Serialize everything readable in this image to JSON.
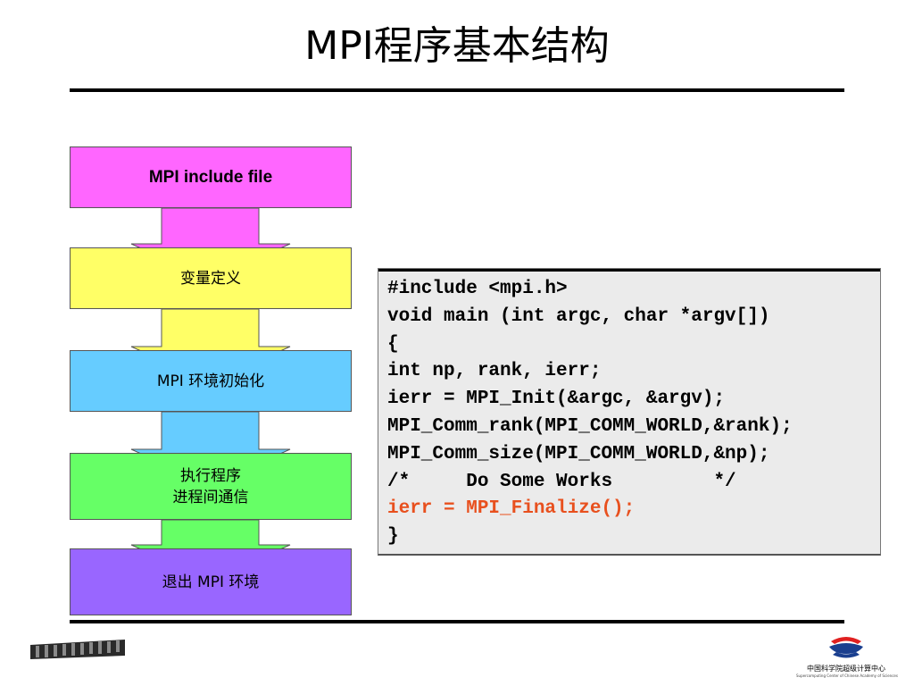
{
  "slide": {
    "title": "MPI程序基本结构"
  },
  "flow": {
    "steps": [
      {
        "lines": [
          "MPI include file"
        ],
        "color": "#ff66ff",
        "bold": true
      },
      {
        "lines": [
          "变量定义"
        ],
        "color": "#ffff66",
        "bold": false
      },
      {
        "lines": [
          "MPI 环境初始化"
        ],
        "color": "#66ccff",
        "bold": false
      },
      {
        "lines": [
          "执行程序",
          "进程间通信"
        ],
        "color": "#66ff66",
        "bold": false
      },
      {
        "lines": [
          "退出 MPI 环境"
        ],
        "color": "#9966ff",
        "bold": false
      }
    ]
  },
  "code": {
    "lines": [
      "#include <mpi.h>",
      "void main (int argc, char *argv[])",
      "{",
      "int np, rank, ierr;",
      "ierr = MPI_Init(&argc, &argv);",
      "MPI_Comm_rank(MPI_COMM_WORLD,&rank);",
      "MPI_Comm_size(MPI_COMM_WORLD,&np);",
      "/*     Do Some Works         */",
      "ierr = MPI_Finalize();",
      "}"
    ],
    "highlight_line_index": 8,
    "highlight_color": "#e8501e"
  },
  "footer": {
    "org_cn": "中国科学院超级计算中心",
    "org_en": "Supercomputing Center of Chinese Academy of Sciences"
  }
}
